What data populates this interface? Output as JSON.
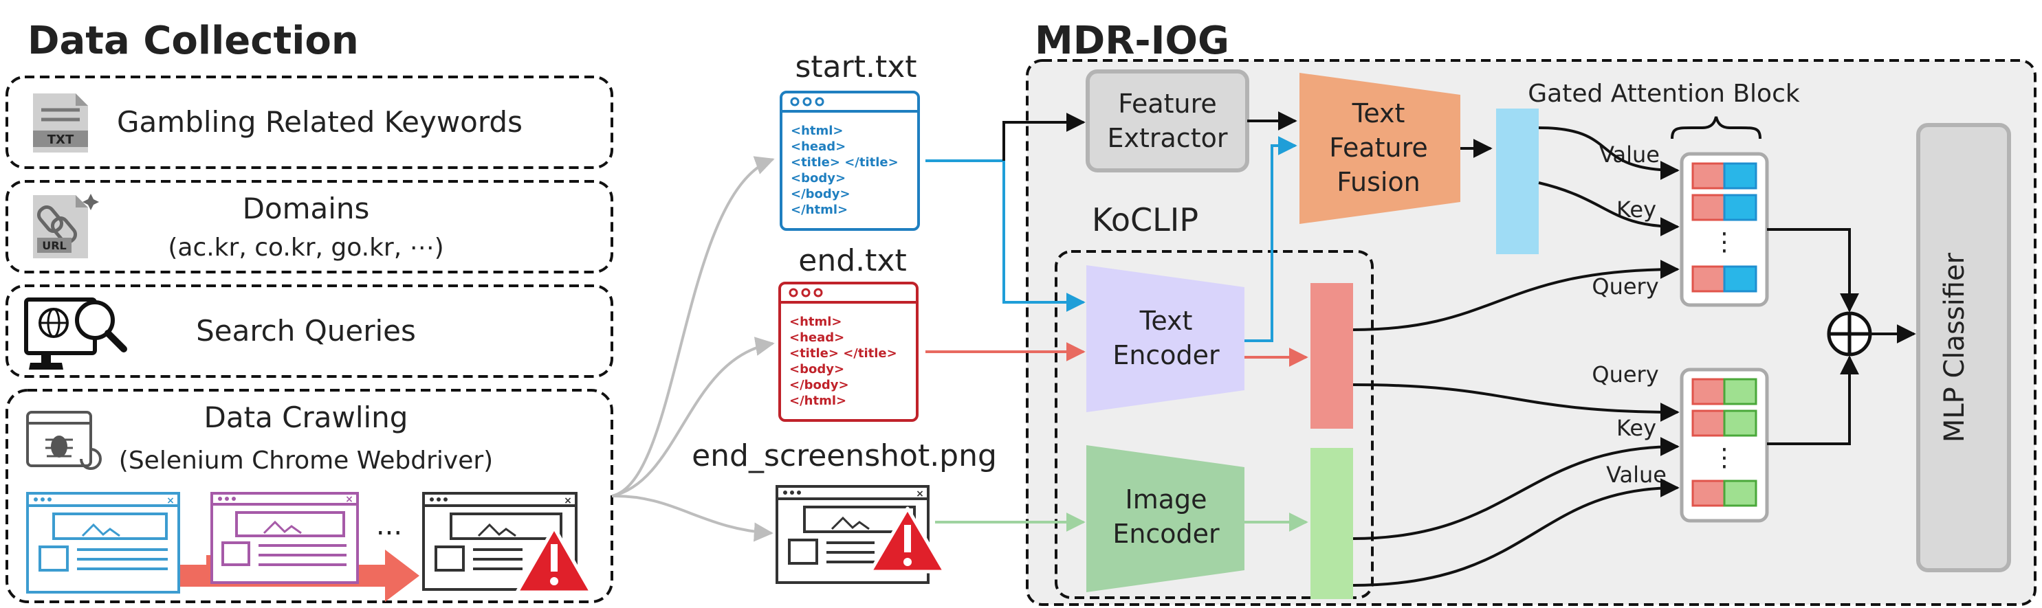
{
  "sections": {
    "data_collection": "Data Collection",
    "model": "MDR-IOG",
    "koclip": "KoCLIP",
    "gated_attention": "Gated Attention Block"
  },
  "sources": {
    "keywords": "Gambling Related Keywords",
    "keywords_icon_text": "TXT",
    "domains": "Domains",
    "domains_sub": "(ac.kr, co.kr, go.kr, ⋯)",
    "domains_icon_text": "URL",
    "search": "Search Queries",
    "crawling": "Data Crawling",
    "crawling_sub": "(Selenium Chrome Webdriver)",
    "ellipsis": "..."
  },
  "files": {
    "start_name": "start.txt",
    "end_name": "end.txt",
    "screenshot_name": "end_screenshot.png",
    "html_lines": [
      "<html>",
      "<head>",
      "<title> </title>",
      "<body>",
      "</body>",
      "</html>"
    ]
  },
  "modules": {
    "feature_extractor": [
      "Feature",
      "Extractor"
    ],
    "text_feature_fusion": [
      "Text",
      "Feature",
      "Fusion"
    ],
    "text_encoder": [
      "Text",
      "Encoder"
    ],
    "image_encoder": [
      "Image",
      "Encoder"
    ],
    "classifier": "MLP Classifier"
  },
  "attention_labels": {
    "value": "Value",
    "key": "Key",
    "query": "Query",
    "dots": "⋮"
  },
  "colors": {
    "text_blue": "#1f8fd0",
    "text_red": "#e0544b",
    "image_green": "#6cc05a",
    "text_feature_orange": "#f0a77c",
    "text_encoder_purple": "#d9d4fb",
    "image_encoder_green": "#a3d3a5",
    "blue_feature_bar": "#9fdcf5",
    "red_feature_bar": "#ef918a",
    "green_feature_bar": "#b4e6a4",
    "panel_gray": "#eeeeee",
    "warning_red": "#e0202a",
    "page_blue": "#3c9cd0",
    "page_purple": "#a65aa8"
  }
}
